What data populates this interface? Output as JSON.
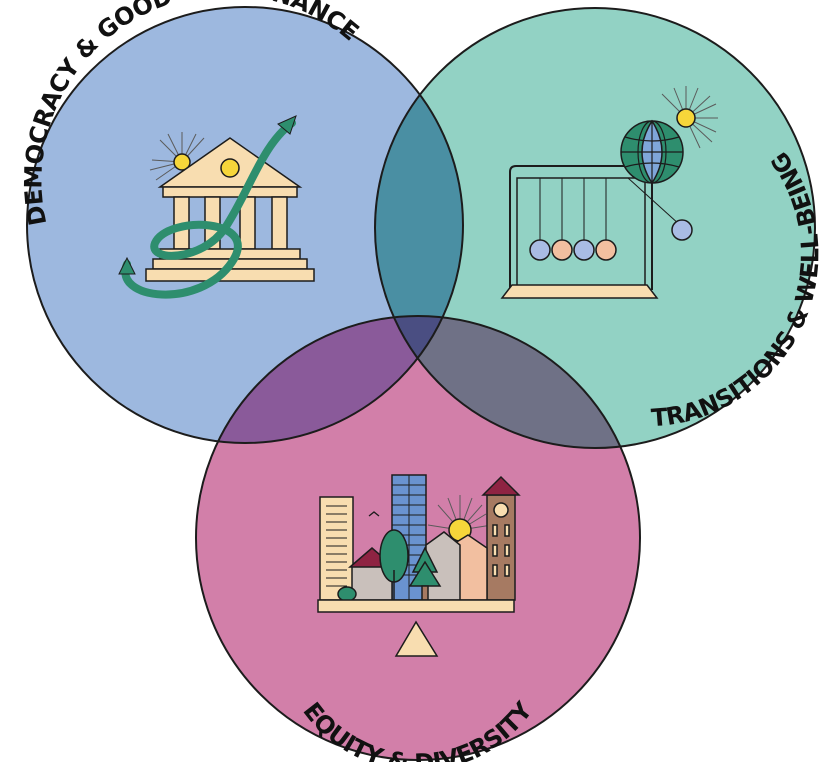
{
  "diagram": {
    "type": "venn",
    "circles": [
      {
        "id": "democracy",
        "label": "DEMOCRACY & GOOD GOVERNANCE",
        "color": "#9DB8DF",
        "icon": "classical-building-icon"
      },
      {
        "id": "transitions",
        "label": "TRANSITIONS & WELL-BEING",
        "color": "#92D2C4",
        "icon": "newtons-cradle-globe-icon"
      },
      {
        "id": "equity",
        "label": "EQUITY & DIVERSITY",
        "color": "#D27FA9",
        "icon": "balanced-city-icon"
      }
    ],
    "overlap_colors": {
      "democracy_transitions": "#4A8FA3",
      "democracy_equity": "#8A5A9A",
      "transitions_equity": "#6F7186",
      "all_three": "#4A4E82"
    }
  }
}
